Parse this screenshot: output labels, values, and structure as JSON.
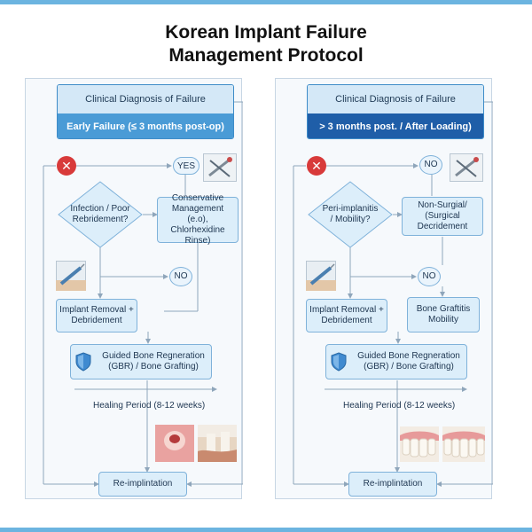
{
  "title": {
    "line1": "Korean Implant Failure",
    "line2": "Management Protocol"
  },
  "left": {
    "header": "Clinical Diagnosis of Failure",
    "subheader": "Early Failure (≤ 3 months post-op)",
    "decision": "Infection / Poor Rebridement?",
    "yes_label": "YES",
    "conservative": "Conservative Management (e.o), Chlorhexidine Rinse)",
    "no_label": "NO",
    "removal": "Implant Removal + Debridement",
    "gbr": "Guided Bone Regneration (GBR) / Bone Grafting)",
    "healing": "Healing Period (8-12 weeks)",
    "reimplant": "Re-implintation"
  },
  "right": {
    "header": "Clinical Diagnosis of Failure",
    "subheader": "> 3 months post. / After Loading)",
    "decision": "Peri-implanitis / Mobility?",
    "no_label_top": "NO",
    "nonsurgical": "Non-Surgial/ (Surgical Decridement",
    "no_label": "NO",
    "removal": "Implant Removal + Debridement",
    "graft": "Bone Graftitis Mobility",
    "gbr": "Guided Bone Regneration (GBR) / Bone Grafting)",
    "healing": "Healing Period (8-12 weeks)",
    "reimplant": "Re-implintation"
  },
  "colors": {
    "accent_light": "#4a9bd6",
    "accent_dark": "#1f5ea8",
    "node_fill": "#dceefa",
    "fail_red": "#d83a3a"
  },
  "icons": [
    "x-icon",
    "tools-icon",
    "syringe-icon",
    "shield-icon",
    "gum-photo",
    "teeth-photo"
  ]
}
